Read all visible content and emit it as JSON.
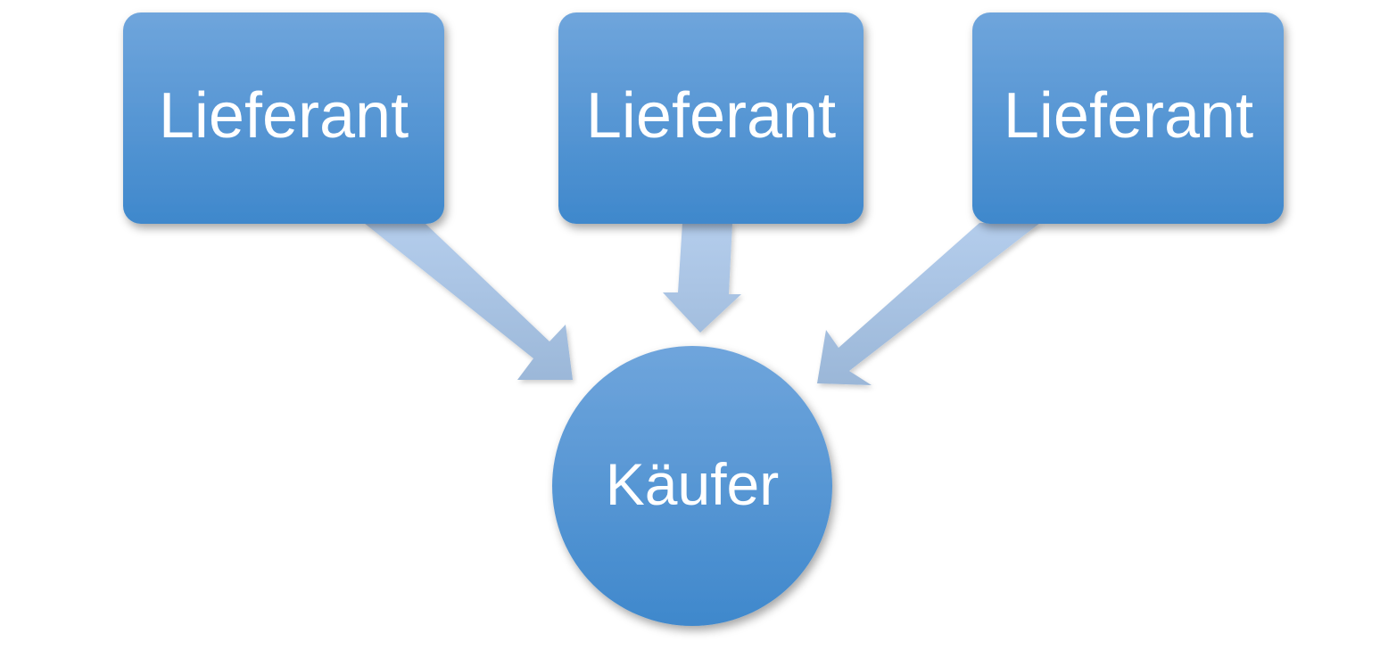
{
  "nodes": {
    "supplier_1": {
      "label": "Lieferant"
    },
    "supplier_2": {
      "label": "Lieferant"
    },
    "supplier_3": {
      "label": "Lieferant"
    },
    "buyer": {
      "label": "Käufer"
    }
  },
  "colors": {
    "node_fill_top": "#6fa5dc",
    "node_fill_bottom": "#3f88cc",
    "arrow_fill_top": "#b4cdec",
    "arrow_fill_bottom": "#9bb7d8",
    "text": "#ffffff",
    "background": "#ffffff"
  }
}
